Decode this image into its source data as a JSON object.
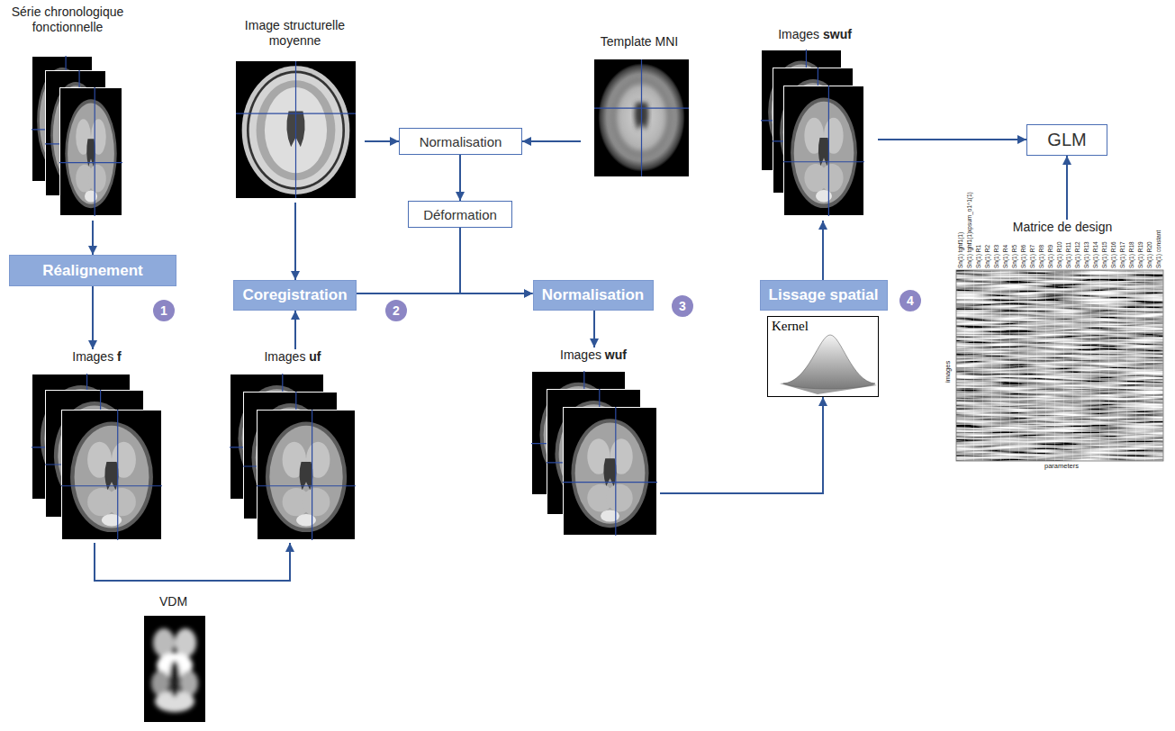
{
  "diagram": {
    "nodes": [
      {
        "text": [
          "Série chronologique fonctionnelle"
        ]
      },
      {
        "text": [
          "Image structurelle moyenne"
        ]
      },
      {
        "text": [
          "Normalisation"
        ]
      },
      {
        "text": [
          "Template MNI"
        ]
      },
      {
        "text": [
          "Images swuf"
        ]
      },
      {
        "text": [
          "GLM"
        ]
      },
      {
        "text": [
          "Déformation"
        ]
      },
      {
        "text": [
          "Réalignement"
        ]
      },
      {
        "text": [
          "Coregistration"
        ]
      },
      {
        "text": [
          "Normalisation"
        ]
      },
      {
        "text": [
          "Lissage spatial"
        ]
      },
      {
        "text": [
          "Matrice de design"
        ]
      },
      {
        "text": [
          "1"
        ]
      },
      {
        "text": [
          "2"
        ]
      },
      {
        "text": [
          "3"
        ]
      },
      {
        "text": [
          "4"
        ]
      },
      {
        "text": [
          "Kernel"
        ]
      },
      {
        "text": [
          "Images f"
        ]
      },
      {
        "text": [
          "Images uf"
        ]
      },
      {
        "text": [
          "Images wuf"
        ]
      },
      {
        "text": [
          "VDM"
        ]
      }
    ],
    "edges": [
      {
        "from": 0,
        "to": 7,
        "arrow": "to"
      },
      {
        "from": 7,
        "to": 17,
        "arrow": "to"
      },
      {
        "from": 17,
        "to": 18,
        "arrow": "to"
      },
      {
        "from": 18,
        "to": 8,
        "arrow": "to"
      },
      {
        "from": 1,
        "to": 8,
        "arrow": "to"
      },
      {
        "from": 1,
        "to": 2,
        "arrow": "to"
      },
      {
        "from": 3,
        "to": 2,
        "arrow": "to"
      },
      {
        "from": 2,
        "to": 6,
        "arrow": "to"
      },
      {
        "from": 6,
        "to": 9,
        "arrow": "to"
      },
      {
        "from": 8,
        "to": 9,
        "arrow": "to"
      },
      {
        "from": 9,
        "to": 19,
        "arrow": "to"
      },
      {
        "from": 19,
        "to": 16,
        "arrow": "to"
      },
      {
        "from": 10,
        "to": 4,
        "arrow": "to"
      },
      {
        "from": 4,
        "to": 5,
        "arrow": "to"
      },
      {
        "from": 11,
        "to": 5,
        "arrow": "to"
      }
    ],
    "labels": [
      "Sn(1) tghf1(1)",
      "Sn(1) tghf1(1)xpsum_o1^1(1)",
      "Sn(1) R1",
      "Sn(1) R2",
      "Sn(1) R3",
      "Sn(1) R4",
      "Sn(1) R5",
      "Sn(1) R6",
      "Sn(1) R7",
      "Sn(1) R8",
      "Sn(1) R9",
      "Sn(1) R10",
      "Sn(1) R11",
      "Sn(1) R12",
      "Sn(1) R13",
      "Sn(1) R14",
      "Sn(1) R15",
      "Sn(1) R16",
      "Sn(1) R17",
      "Sn(1) R18",
      "Sn(1) R19",
      "Sn(1) R20",
      "Sn(1) constant",
      "images",
      "parameters"
    ]
  }
}
